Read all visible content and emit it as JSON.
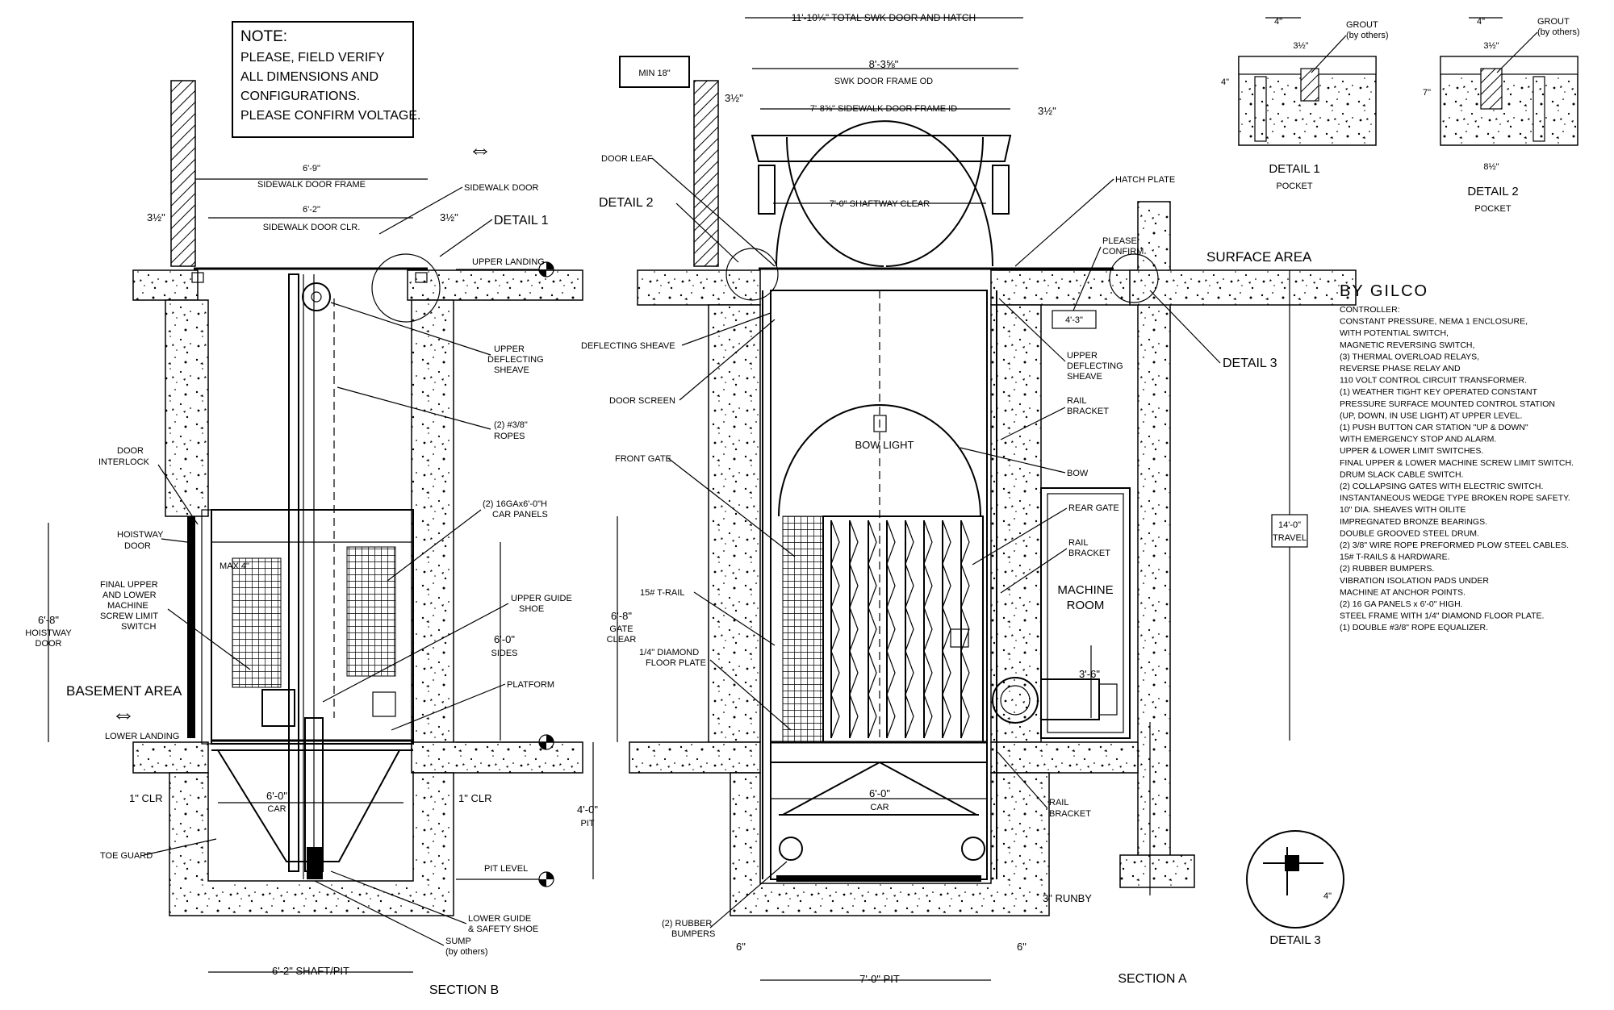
{
  "note": {
    "title": "NOTE:",
    "lines": [
      "PLEASE, FIELD VERIFY",
      "ALL DIMENSIONS AND",
      "CONFIGURATIONS.",
      "PLEASE CONFIRM VOLTAGE."
    ]
  },
  "section_b": {
    "title": "SECTION B",
    "sidewalk_door_frame": [
      "6'-9\"",
      "SIDEWALK DOOR FRAME"
    ],
    "sidewalk_door_clr": [
      "6'-2\"",
      "SIDEWALK DOOR CLR."
    ],
    "side_dim_left": "3½\"",
    "side_dim_right": "3½\"",
    "sidewalk_door": "SIDEWALK DOOR",
    "detail_1": "DETAIL 1",
    "upper_landing": "UPPER LANDING",
    "upper_deflecting_sheave": [
      "UPPER",
      "DEFLECTING",
      "SHEAVE"
    ],
    "ropes": [
      "(2) #3/8\"",
      "ROPES"
    ],
    "door_interlock": [
      "DOOR",
      "INTERLOCK"
    ],
    "car_panels": [
      "(2) 16GAx6'-0\"H",
      "CAR PANELS"
    ],
    "hoistway_door_small": [
      "HOISTWAY",
      "DOOR"
    ],
    "max_4": "MAX 4\"",
    "limit_switch": [
      "FINAL UPPER",
      "AND LOWER",
      "MACHINE",
      "SCREW LIMIT",
      "SWITCH"
    ],
    "hoistway_door": [
      "6'-8\"",
      "HOISTWAY",
      "DOOR"
    ],
    "upper_guide_shoe": [
      "UPPER GUIDE",
      "SHOE"
    ],
    "sides": [
      "6'-0\"",
      "SIDES"
    ],
    "platform": "PLATFORM",
    "basement_area": "BASEMENT AREA",
    "lower_landing": "LOWER LANDING",
    "clr_left": "1\" CLR",
    "clr_right": "1\" CLR",
    "car": [
      "6'-0\"",
      "CAR"
    ],
    "pit": [
      "4'-0\"",
      "PIT"
    ],
    "toe_guard": "TOE GUARD",
    "pit_level": "PIT LEVEL",
    "lower_guide": [
      "LOWER GUIDE",
      "& SAFETY SHOE"
    ],
    "sump": [
      "SUMP",
      "(by others)"
    ],
    "shaft_pit": "6'-2\" SHAFT/PIT"
  },
  "section_a": {
    "title": "SECTION A",
    "total_swk": "11'-10¼\" TOTAL SWK DOOR AND HATCH",
    "min_18": "MIN 18\"",
    "swk_frame_od": [
      "8'-3⅝\"",
      "SWK DOOR FRAME OD"
    ],
    "swk_frame_id": "7'-8⅝\" SIDEWALK DOOR FRAME ID",
    "dim_left": "3½\"",
    "dim_right": "3½\"",
    "door_leaf": "DOOR LEAF",
    "detail_2": "DETAIL 2",
    "shaftway_clear": "7'-0\" SHAFTWAY CLEAR",
    "hatch_plate": "HATCH PLATE",
    "please_confirm": [
      "PLEASE",
      "CONFIRM"
    ],
    "surface_area": "SURFACE   AREA",
    "dim_4_3": "4'-3\"",
    "deflecting_sheave": "DEFLECTING SHEAVE",
    "upper_deflecting_sheave": [
      "UPPER",
      "DEFLECTING",
      "SHEAVE"
    ],
    "detail_3": "DETAIL 3",
    "door_screen": "DOOR SCREEN",
    "rail_bracket_1": [
      "RAIL",
      "BRACKET"
    ],
    "bow_light": "BOW LIGHT",
    "front_gate": "FRONT GATE",
    "bow": "BOW",
    "rear_gate": "REAR GATE",
    "rail_bracket_2": [
      "RAIL",
      "BRACKET"
    ],
    "machine_room": [
      "MACHINE",
      "ROOM"
    ],
    "travel": [
      "14'-0\"",
      "TRAVEL"
    ],
    "t_rail": "15# T-RAIL",
    "gate_clear": [
      "6'-8\"",
      "GATE",
      "CLEAR"
    ],
    "floor_plate": [
      "1/4\" DIAMOND",
      "FLOOR PLATE"
    ],
    "dim_3_6": "3'-6\"",
    "car": [
      "6'-0\"",
      "CAR"
    ],
    "rail_bracket_3": [
      "RAIL",
      "BRACKET"
    ],
    "runby": "3\" RUNBY",
    "rubber_bumpers": [
      "(2) RUBBER",
      "BUMPERS"
    ],
    "dim_6_left": "6\"",
    "dim_6_right": "6\"",
    "pit": "7'-0\" PIT"
  },
  "details": {
    "d1_title": "DETAIL 1",
    "d1_sub": "POCKET",
    "d1_top": "4\"",
    "d1_inner": "3½\"",
    "d1_side": "4\"",
    "d1_grout": [
      "GROUT",
      "(by others)"
    ],
    "d2_title": "DETAIL 2",
    "d2_sub": "POCKET",
    "d2_top": "4\"",
    "d2_inner": "3½\"",
    "d2_side": "7\"",
    "d2_bottom": "8½\"",
    "d2_grout": [
      "GROUT",
      "(by others)"
    ],
    "d3_title": "DETAIL 3",
    "d3_dim": "4\""
  },
  "spec": {
    "title": "BY GILCO",
    "lines": [
      "CONTROLLER:",
      "CONSTANT PRESSURE, NEMA 1 ENCLOSURE,",
      "WITH POTENTIAL SWITCH,",
      "MAGNETIC REVERSING SWITCH,",
      "(3) THERMAL OVERLOAD RELAYS,",
      "REVERSE PHASE RELAY AND",
      "110 VOLT CONTROL CIRCUIT TRANSFORMER.",
      "(1) WEATHER TIGHT KEY OPERATED CONSTANT",
      "PRESSURE SURFACE MOUNTED CONTROL STATION",
      "(UP, DOWN, IN USE LIGHT) AT UPPER LEVEL.",
      "(1) PUSH BUTTON CAR STATION \"UP & DOWN\"",
      "WITH EMERGENCY STOP AND ALARM.",
      "UPPER & LOWER LIMIT SWITCHES.",
      "FINAL UPPER & LOWER MACHINE SCREW LIMIT SWITCH.",
      "DRUM SLACK CABLE SWITCH.",
      "(2) COLLAPSING GATES WITH ELECTRIC SWITCH.",
      "INSTANTANEOUS WEDGE TYPE BROKEN ROPE SAFETY.",
      "10\" DIA. SHEAVES WITH OILITE",
      "IMPREGNATED BRONZE BEARINGS.",
      "DOUBLE GROOVED STEEL DRUM.",
      "(2) 3/8\" WIRE ROPE PREFORMED PLOW STEEL CABLES.",
      "15# T-RAILS & HARDWARE.",
      "(2) RUBBER BUMPERS.",
      "VIBRATION ISOLATION PADS UNDER",
      "MACHINE AT ANCHOR POINTS.",
      "(2) 16 GA PANELS x 6'-0\" HIGH.",
      "STEEL FRAME WITH 1/4\" DIAMOND FLOOR PLATE.",
      "(1) DOUBLE #3/8\" ROPE EQUALIZER."
    ]
  }
}
